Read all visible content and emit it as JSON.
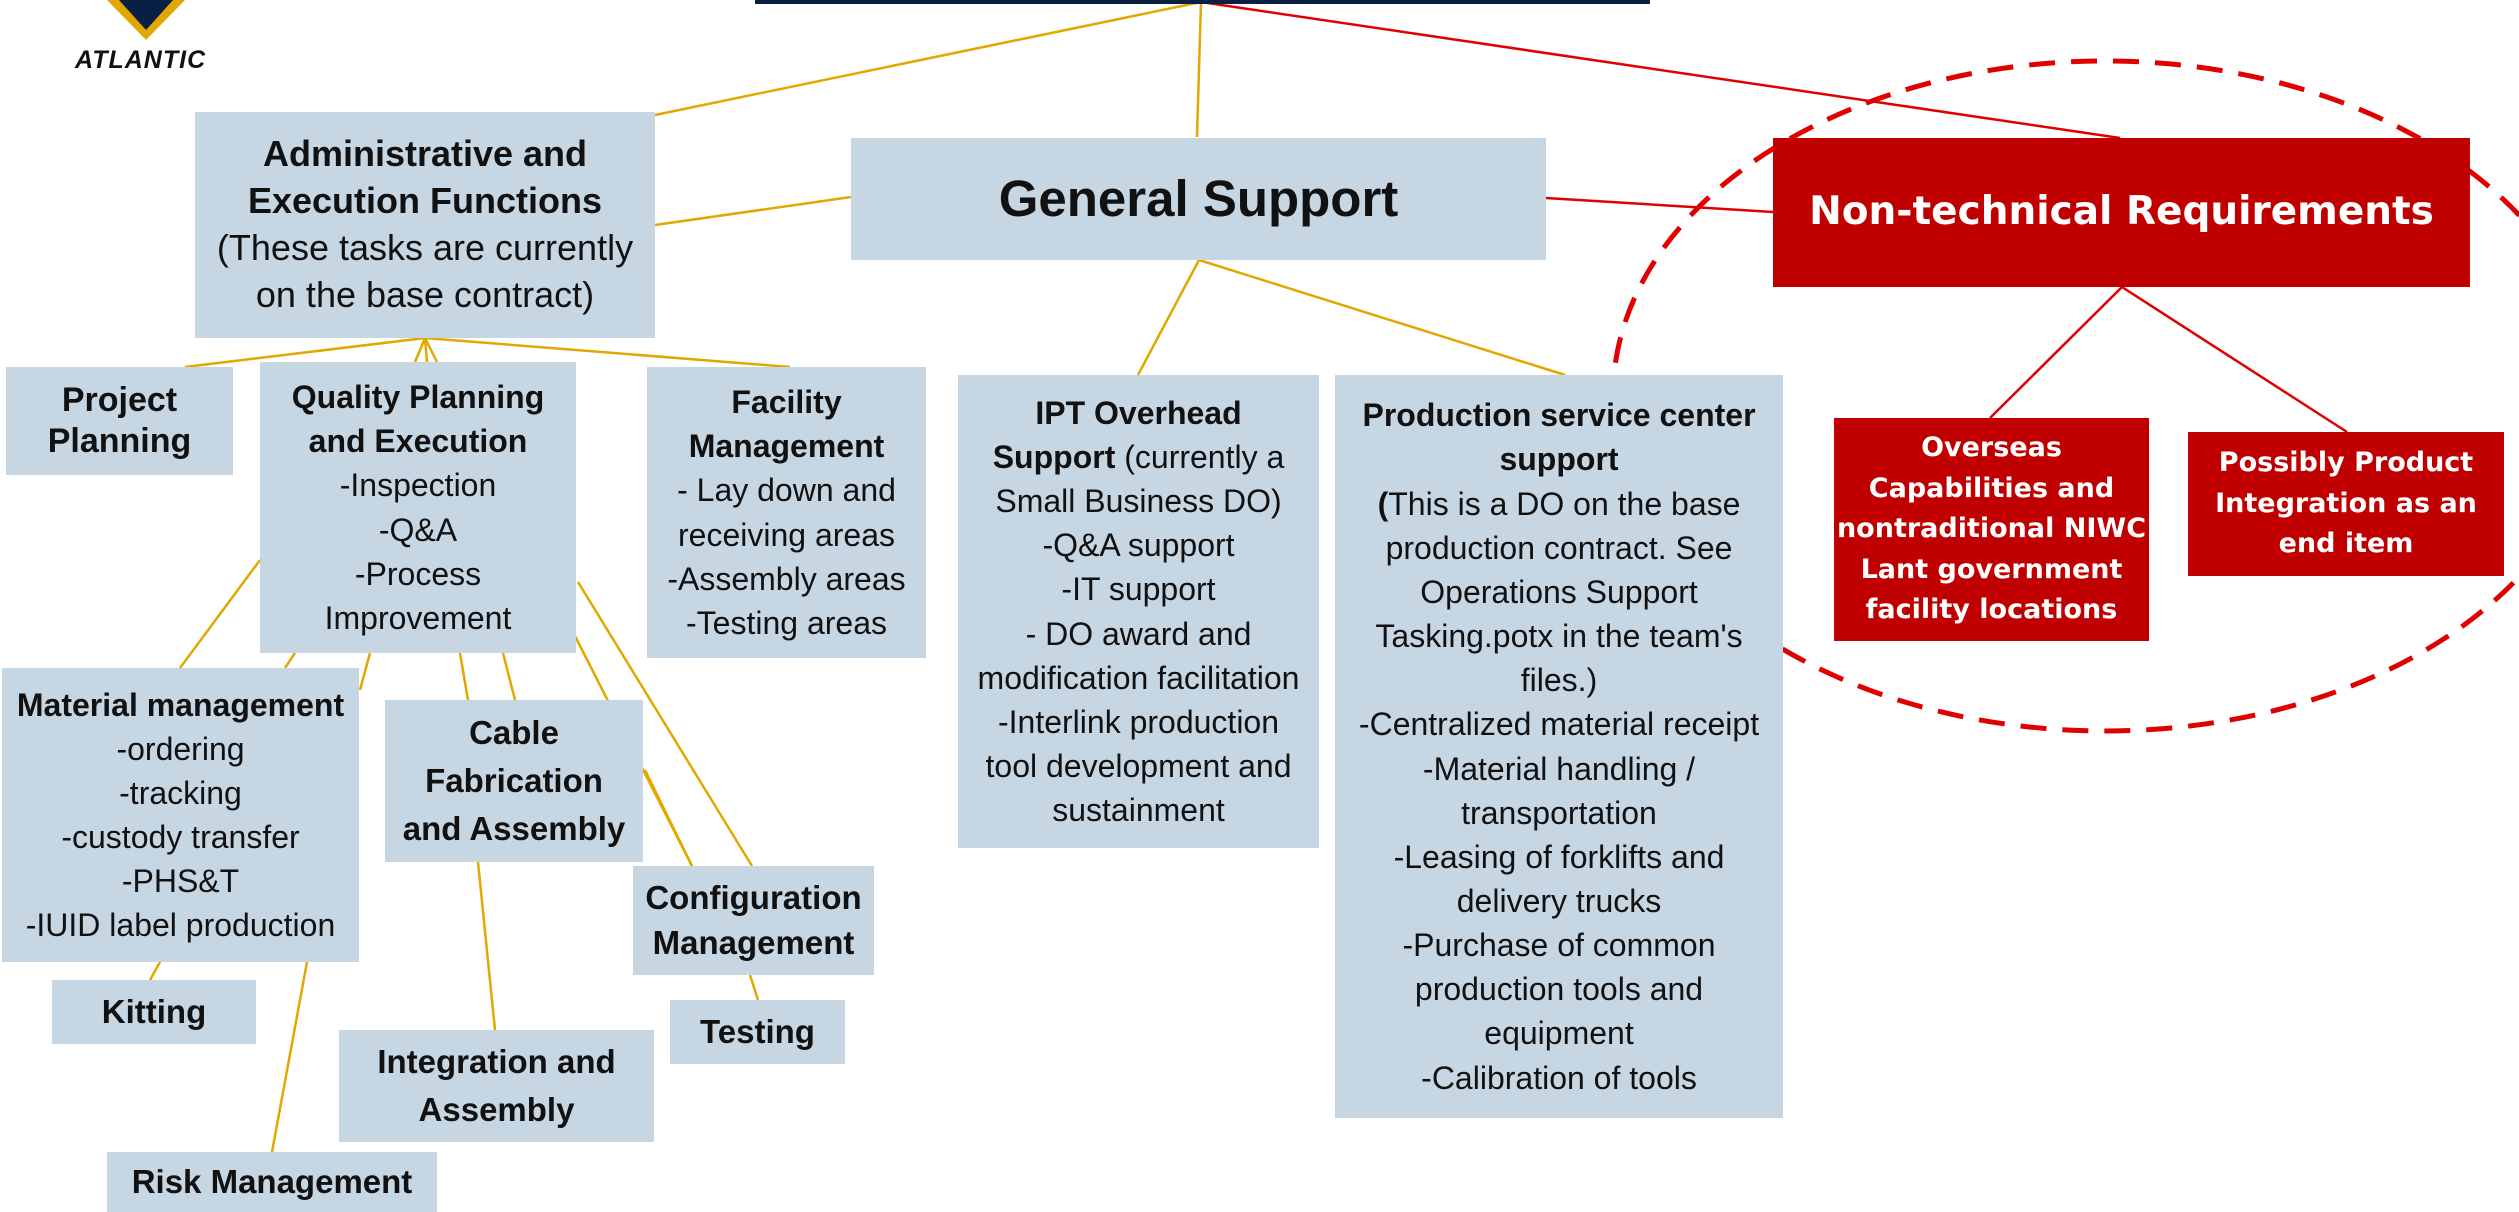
{
  "logo": {
    "text": "ATLANTIC"
  },
  "colors": {
    "node_fill": "#c7d6e3",
    "accent_red": "#c00000",
    "connector_gold": "#e0a800",
    "connector_red": "#e00000",
    "title_bar_navy": "#0a1f44"
  },
  "nodes": {
    "general_support": {
      "title": "General Support"
    },
    "admin_exec": {
      "title_1": "Administrative and",
      "title_2": "Execution Functions",
      "note_1": "(These tasks are currently",
      "note_2": "on the  base contract)"
    },
    "non_technical": {
      "title": "Non-technical Requirements"
    },
    "project_planning": {
      "title_1": "Project",
      "title_2": "Planning"
    },
    "quality_planning": {
      "title_1": "Quality Planning",
      "title_2": "and Execution",
      "items": [
        "-Inspection",
        "-Q&A",
        "-Process",
        "Improvement"
      ]
    },
    "facility_mgmt": {
      "title_1": "Facility",
      "title_2": "Management",
      "items": [
        "- Lay down and",
        "receiving areas",
        "-Assembly areas",
        "-Testing areas"
      ]
    },
    "ipt_overhead": {
      "title_1": "IPT Overhead",
      "title_2": "Support",
      "title_2_rest": " (currently a",
      "items": [
        "Small Business DO)",
        "-Q&A support",
        "-IT support",
        "- DO award and",
        "modification facilitation",
        "-Interlink production",
        "tool development and",
        "sustainment"
      ]
    },
    "production_service": {
      "title_1": "Production service center",
      "title_2": "support",
      "note_open": "(",
      "note_1_rest": "This is a DO on the base",
      "notes": [
        "production contract. See",
        "Operations Support",
        "Tasking.potx in the team's",
        "files.)"
      ],
      "items": [
        "-Centralized material receipt",
        "-Material handling /",
        "transportation",
        "-Leasing of forklifts and",
        "delivery trucks",
        "-Purchase of common",
        "production tools and",
        "equipment",
        "-Calibration of tools"
      ]
    },
    "material_mgmt": {
      "title": "Material management",
      "items": [
        "-ordering",
        "-tracking",
        "-custody transfer",
        "-PHS&T",
        "-IUID label production"
      ]
    },
    "cable_fab": {
      "title_1": "Cable",
      "title_2": "Fabrication",
      "title_3": "and Assembly"
    },
    "config_mgmt": {
      "title_1": "Configuration",
      "title_2": "Management"
    },
    "kitting": {
      "title": "Kitting"
    },
    "testing": {
      "title": "Testing"
    },
    "integration": {
      "title_1": "Integration and",
      "title_2": "Assembly"
    },
    "risk_mgmt": {
      "title": "Risk Management"
    },
    "overseas": {
      "lines": [
        "Overseas",
        "Capabilities and",
        "nontraditional NIWC",
        "Lant government",
        "facility locations"
      ]
    },
    "product_integration": {
      "lines": [
        "Possibly Product",
        "Integration as an",
        "end item"
      ]
    }
  }
}
